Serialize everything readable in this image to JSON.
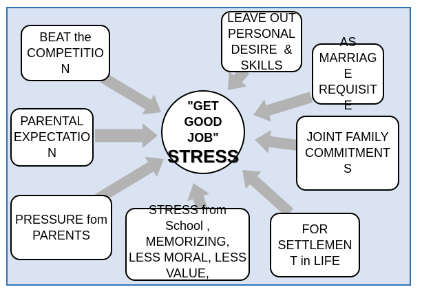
{
  "diagram": {
    "center": {
      "quote_text": "\"GET\nGOOD\nJOB\"",
      "emphasis": "STRESS"
    },
    "nodes": [
      {
        "id": "beat-the-competition",
        "text": "BEAT the\nCOMPETITIO\nN"
      },
      {
        "id": "leave-out-personal-desire",
        "text": "LEAVE OUT\nPERSONAL\nDESIRE  &\nSKILLS"
      },
      {
        "id": "as-marriage-requisite",
        "text": "AS\nMARRIAG\nE\nREQUISIT\nE"
      },
      {
        "id": "parental-expectation",
        "text": "PARENTAL\nEXPECTATIO\nN"
      },
      {
        "id": "joint-family-commitments",
        "text": "JOINT FAMILY\nCOMMITMENT\nS"
      },
      {
        "id": "pressure-from-parents",
        "text": "PRESSURE fom\nPARENTS"
      },
      {
        "id": "school-stress",
        "text": "STRESS from\nSchool ,\nMEMORIZING,\nLESS MORAL, LESS\nVALUE,"
      },
      {
        "id": "for-settlement-in-life",
        "text": "FOR\nSETTLEMEN\nT in LIFE"
      }
    ],
    "colors": {
      "slide_bg": "#dae3f1",
      "slide_border": "#2e75b6",
      "arrow": "#b3b3b3",
      "node_border": "#000000",
      "node_bg": "#ffffff",
      "text": "#000000"
    }
  }
}
